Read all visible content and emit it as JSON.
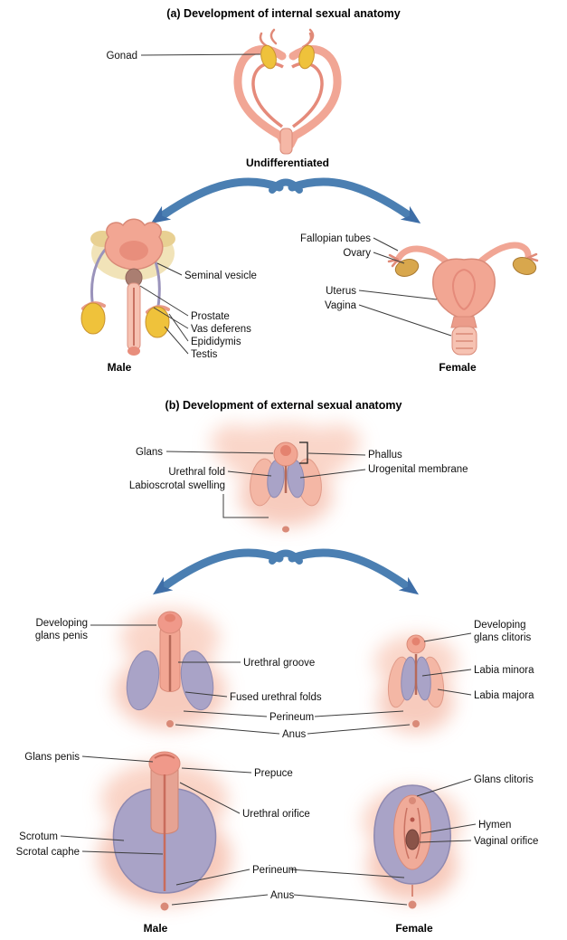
{
  "colors": {
    "skin_light": "#f9cfc0",
    "skin": "#f2a693",
    "skin_outline": "#d98a78",
    "gonad_yellow": "#efc23b",
    "ovary_gold": "#d8a74d",
    "fold_purple": "#a9a3c7",
    "arrow_blue": "#4b7fb2",
    "leader_line": "#3c3c3c",
    "background": "#ffffff"
  },
  "section_a": {
    "title": "(a) Development of internal sexual anatomy",
    "undiff": {
      "gonad": "Gonad",
      "caption": "Undifferentiated"
    },
    "male": {
      "seminal_vesicle": "Seminal vesicle",
      "prostate": "Prostate",
      "vas_deferens": "Vas deferens",
      "epididymis": "Epididymis",
      "testis": "Testis",
      "caption": "Male"
    },
    "female": {
      "fallopian_tubes": "Fallopian tubes",
      "ovary": "Ovary",
      "uterus": "Uterus",
      "vagina": "Vagina",
      "caption": "Female"
    }
  },
  "section_b": {
    "title": "(b) Development of external sexual anatomy",
    "undiff": {
      "glans": "Glans",
      "phallus": "Phallus",
      "urethral_fold": "Urethral fold",
      "urogenital_membrane": "Urogenital membrane",
      "labioscrotal_swelling": "Labioscrotal swelling"
    },
    "developing": {
      "glans_penis": "Developing glans penis",
      "urethral_groove": "Urethral groove",
      "fused_urethral_folds": "Fused urethral folds",
      "perineum": "Perineum",
      "anus": "Anus",
      "glans_clitoris": "Developing glans clitoris",
      "labia_minora": "Labia minora",
      "labia_majora": "Labia majora"
    },
    "final": {
      "glans_penis": "Glans penis",
      "prepuce": "Prepuce",
      "urethral_orifice": "Urethral orifice",
      "scrotum": "Scrotum",
      "scrotal_caphe": "Scrotal caphe",
      "perineum": "Perineum",
      "anus": "Anus",
      "glans_clitoris": "Glans clitoris",
      "hymen": "Hymen",
      "vaginal_orifice": "Vaginal orifice",
      "male_caption": "Male",
      "female_caption": "Female"
    }
  }
}
